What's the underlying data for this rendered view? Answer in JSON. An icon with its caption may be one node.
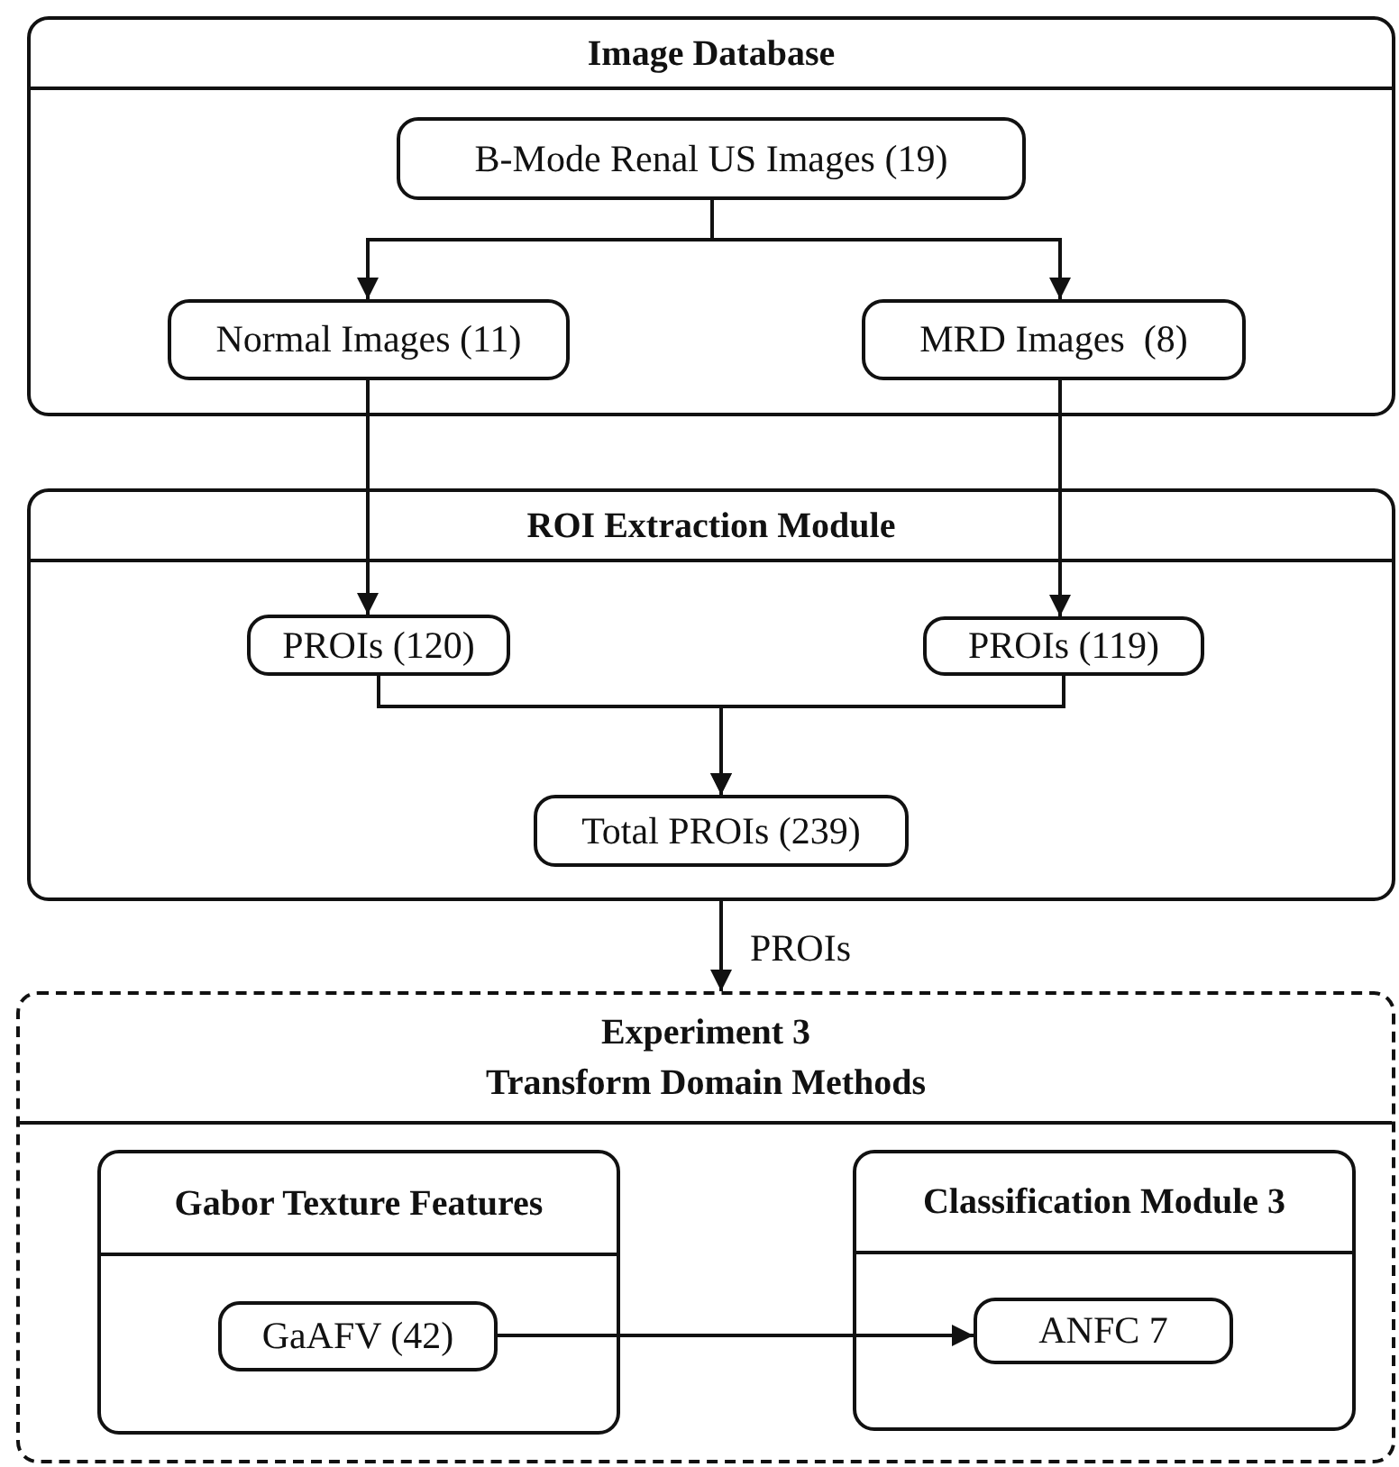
{
  "diagram": {
    "nodes": [
      {
        "text": [
          "Image Database"
        ]
      },
      {
        "text": [
          "B-Mode Renal US Images (19)"
        ],
        "in": 0
      },
      {
        "text": [
          "Normal Images (11)"
        ],
        "in": 0
      },
      {
        "text": [
          "MRD Images  (8)"
        ],
        "in": 0
      },
      {
        "text": [
          "ROI Extraction Module"
        ]
      },
      {
        "text": [
          "PROIs (120)"
        ],
        "in": 4
      },
      {
        "text": [
          "PROIs (119)"
        ],
        "in": 4
      },
      {
        "text": [
          "Total PROIs (239)"
        ],
        "in": 4
      },
      {
        "text": [
          "Experiment 3",
          "Transform Domain Methods"
        ]
      },
      {
        "text": [
          "Gabor Texture Features"
        ],
        "in": 8
      },
      {
        "text": [
          "GaAFV (42)"
        ],
        "in": 9
      },
      {
        "text": [
          "Classification Module 3"
        ],
        "in": 8
      },
      {
        "text": [
          "ANFC 7"
        ],
        "in": 11
      }
    ],
    "edges": [
      {
        "from": 1,
        "to": 2,
        "arrow": "to"
      },
      {
        "from": 1,
        "to": 3,
        "arrow": "to"
      },
      {
        "from": 2,
        "to": 5,
        "arrow": "to"
      },
      {
        "from": 3,
        "to": 6,
        "arrow": "to"
      },
      {
        "from": 5,
        "to": 7,
        "arrow": "to"
      },
      {
        "from": 6,
        "to": 7,
        "arrow": "to"
      },
      {
        "from": 4,
        "to": 8,
        "arrow": "to",
        "label": "PROIs"
      },
      {
        "from": 10,
        "to": 12,
        "arrow": "to"
      }
    ]
  }
}
